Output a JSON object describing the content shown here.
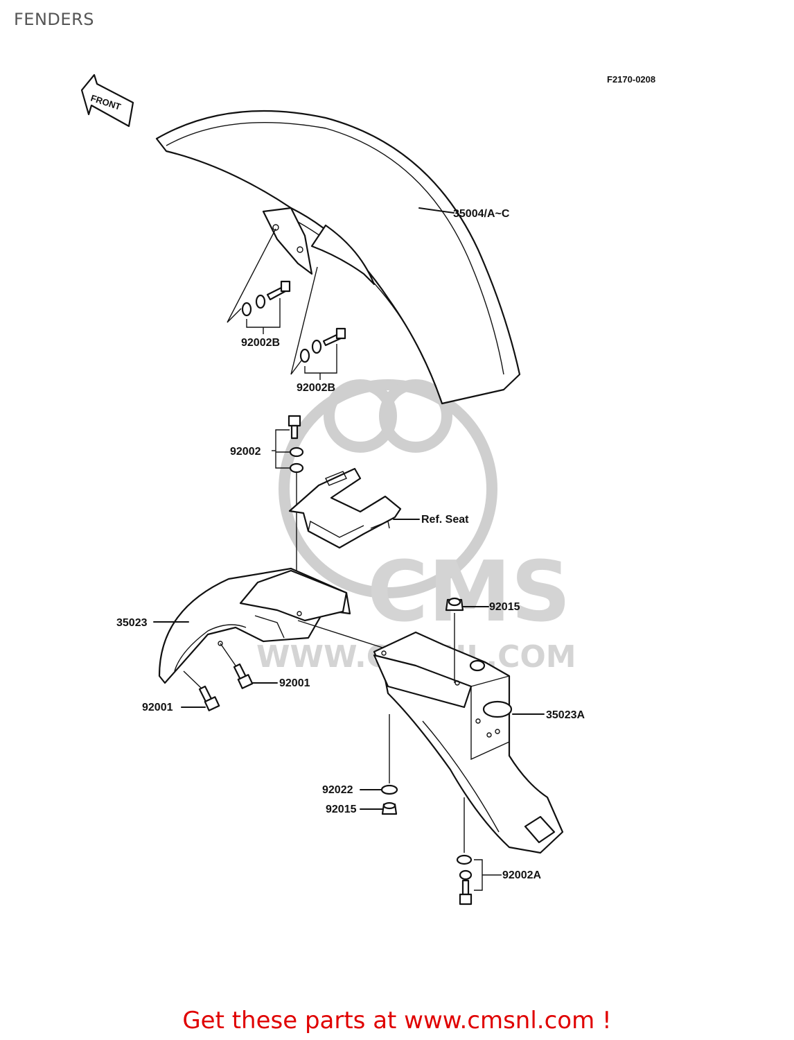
{
  "header": {
    "title": "FENDERS"
  },
  "diagram": {
    "figure_code": "F2170-0208",
    "front_arrow_label": "FRONT",
    "watermark": {
      "brand": "CMS",
      "url": "WWW.CMSNL.COM"
    },
    "callouts": {
      "front_fender": "35004/A~C",
      "bolt_set_upper": "92002B",
      "bolt_set_lower": "92002B",
      "bracket_bolts": "92002",
      "ref_seat": "Ref. Seat",
      "rear_fender_front": "35023",
      "rear_fender_rear": "35023A",
      "bolt_right": "92001",
      "bolt_left": "92001",
      "nut_top": "92015",
      "washer": "92022",
      "nut_bottom": "92015",
      "bolt_set_rear": "92002A"
    }
  },
  "footer": {
    "promo_text": "Get these parts at www.cmsnl.com !",
    "promo_color": "#e00000"
  }
}
